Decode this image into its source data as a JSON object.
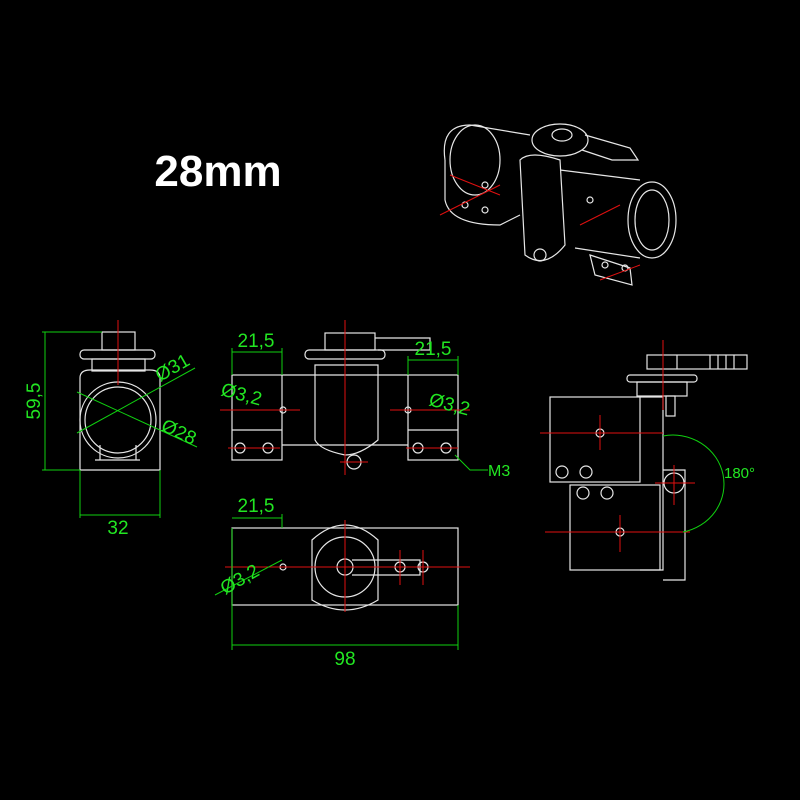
{
  "title": "28mm",
  "colors": {
    "background": "#000000",
    "outline": "#e6e6e6",
    "centerline": "#e01010",
    "dimension": "#22e622"
  },
  "front_view": {
    "height_dim": "59,5",
    "outer_diameter": "Ø31",
    "inner_diameter": "Ø28",
    "width_dim": "32"
  },
  "side_view": {
    "left_offset": "21,5",
    "right_offset": "21,5",
    "left_hole": "Ø3,2",
    "right_hole": "Ø3,2",
    "thread": "M3"
  },
  "top_view": {
    "offset": "21,5",
    "hole": "Ø3,2",
    "length": "98"
  },
  "end_view": {
    "rotation": "180°"
  }
}
